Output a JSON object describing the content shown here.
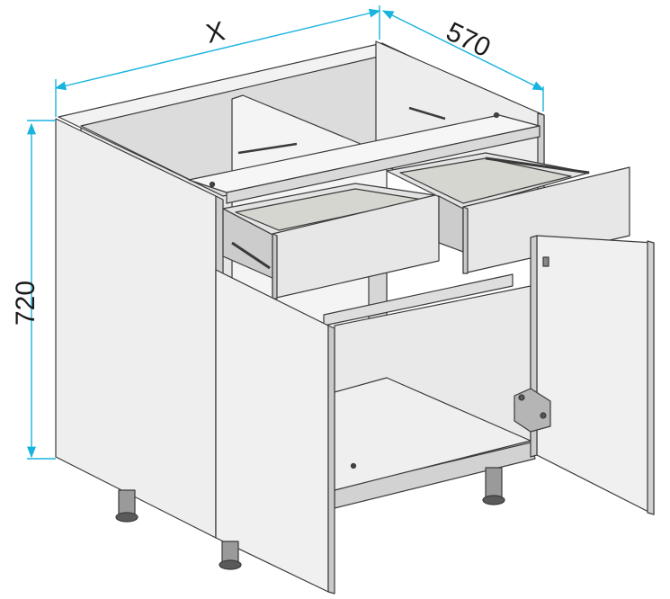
{
  "dimensions": {
    "width_label": "X",
    "depth_label": "570",
    "height_label": "720"
  },
  "colors": {
    "dimension_line": "#18b4de",
    "panel_light": "#ececec",
    "panel_mid": "#dcdcdc",
    "panel_dark": "#c4c4c4",
    "edge": "#3a3a3a"
  }
}
